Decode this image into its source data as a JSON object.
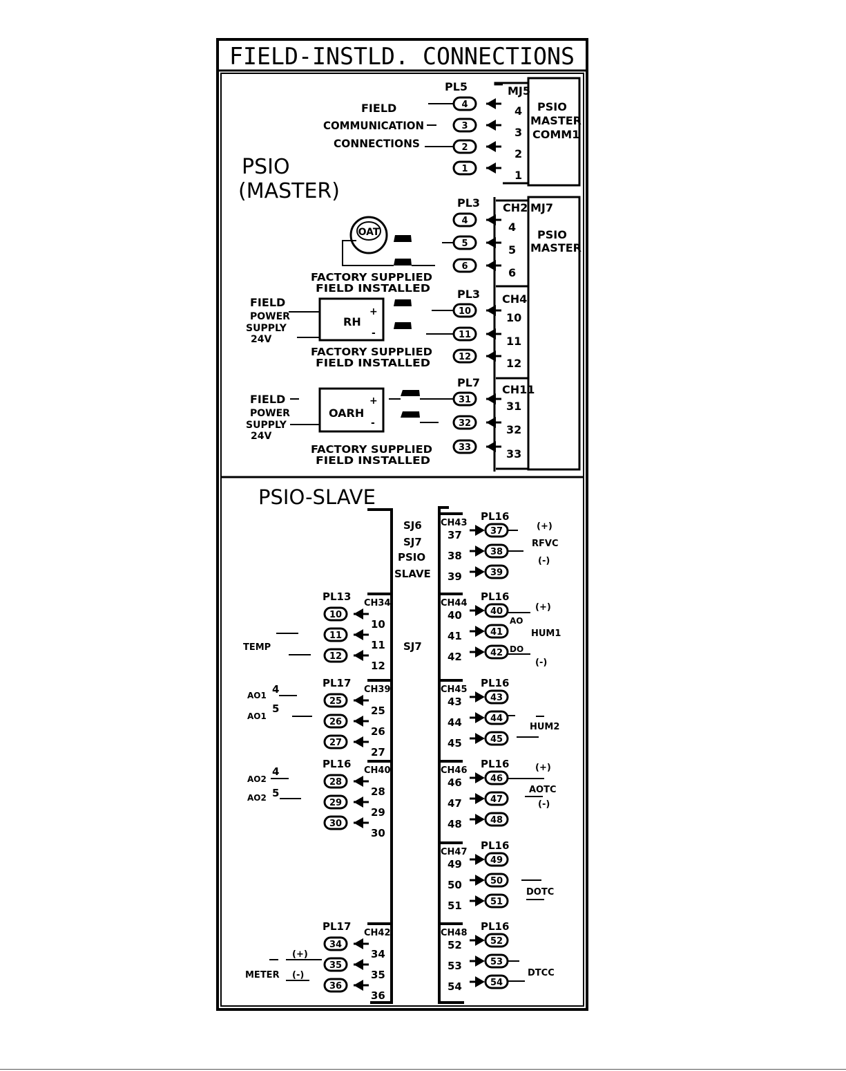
{
  "title": "FIELD-INSTLD. CONNECTIONS",
  "master": {
    "label_line1": "PSIO",
    "label_line2": "(MASTER)",
    "comm": {
      "plug": "PL5",
      "jack": "MJ5",
      "box_lines": [
        "PSIO",
        "MASTER",
        "COMM1"
      ],
      "field_lines": [
        "FIELD",
        "COMMUNICATION",
        "CONNECTIONS"
      ],
      "pins": [
        "4",
        "3",
        "2",
        "1"
      ]
    },
    "oat": {
      "plug": "PL3",
      "channel": "CH2",
      "jack": "MJ7",
      "box_lines": [
        "PSIO",
        "MASTER"
      ],
      "sensor": "OAT",
      "pins": [
        "4",
        "5",
        "6"
      ],
      "note_lines": [
        "FACTORY SUPPLIED",
        "FIELD INSTALLED"
      ]
    },
    "rh": {
      "plug": "PL3",
      "channel": "CH4",
      "device": "RH",
      "plus": "+",
      "minus": "-",
      "supply_lines": [
        "FIELD",
        "POWER",
        "SUPPLY",
        "24V"
      ],
      "pins": [
        "10",
        "11",
        "12"
      ],
      "note_lines": [
        "FACTORY SUPPLIED",
        "FIELD INSTALLED"
      ]
    },
    "oarh": {
      "plug": "PL7",
      "channel": "CH11",
      "device": "OARH",
      "plus": "+",
      "minus": "-",
      "supply_lines": [
        "FIELD",
        "POWER",
        "SUPPLY",
        "24V"
      ],
      "pins": [
        "31",
        "32",
        "33"
      ],
      "note_lines": [
        "FACTORY SUPPLIED",
        "FIELD INSTALLED"
      ]
    }
  },
  "slave": {
    "label": "PSIO-SLAVE",
    "jack_lines": [
      "SJ6",
      "SJ7",
      "PSIO",
      "SLAVE"
    ],
    "mid_jack": "SJ7",
    "left_groups": [
      {
        "plug": "PL13",
        "channel": "CH34",
        "pins": [
          "10",
          "11",
          "12"
        ],
        "field": "TEMP"
      },
      {
        "plug": "PL17",
        "channel": "CH39",
        "pins": [
          "25",
          "26",
          "27"
        ],
        "field_lines": [
          "AO1",
          "4",
          "AO1",
          "5"
        ]
      },
      {
        "plug": "PL16",
        "channel": "CH40",
        "pins": [
          "28",
          "29",
          "30"
        ],
        "field_lines": [
          "AO2",
          "4",
          "AO2",
          "5"
        ]
      },
      {
        "plug": "PL17",
        "channel": "CH42",
        "pins": [
          "34",
          "35",
          "36"
        ],
        "field": "METER",
        "plus": "(+)",
        "minus": "(-)"
      }
    ],
    "right_groups": [
      {
        "plug": "PL16",
        "channel": "CH43",
        "pins": [
          "37",
          "38",
          "39"
        ],
        "labels": [
          "(+)",
          "RFVC",
          "(-)"
        ]
      },
      {
        "plug": "PL16",
        "channel": "CH44",
        "pins": [
          "40",
          "41",
          "42"
        ],
        "labels": [
          "(+)",
          "AO",
          "HUM1",
          "DO",
          "(-)"
        ]
      },
      {
        "plug": "PL16",
        "channel": "CH45",
        "pins": [
          "43",
          "44",
          "45"
        ],
        "labels": [
          "HUM2"
        ]
      },
      {
        "plug": "PL16",
        "channel": "CH46",
        "pins": [
          "46",
          "47",
          "48"
        ],
        "labels": [
          "(+)",
          "AOTC",
          "(-)"
        ]
      },
      {
        "plug": "PL16",
        "channel": "CH47",
        "pins": [
          "49",
          "50",
          "51"
        ],
        "labels": [
          "DOTC"
        ]
      },
      {
        "plug": "PL16",
        "channel": "CH48",
        "pins": [
          "52",
          "53",
          "54"
        ],
        "labels": [
          "DTCC"
        ]
      }
    ]
  }
}
